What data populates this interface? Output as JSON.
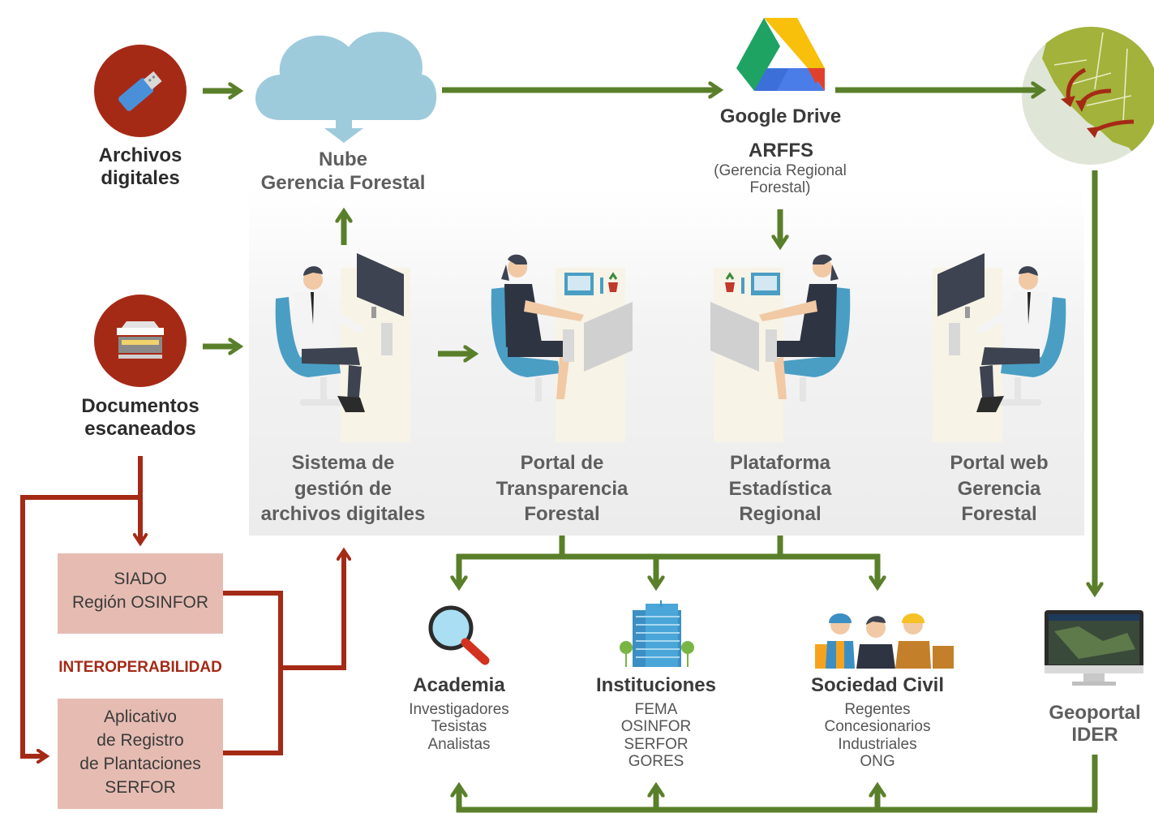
{
  "sources": {
    "archivos": {
      "line1": "Archivos",
      "line2": "digitales"
    },
    "documentos": {
      "line1": "Documentos",
      "line2": "escaneados"
    }
  },
  "nube": {
    "line1": "Nube",
    "line2": "Gerencia Forestal"
  },
  "drive": {
    "title": "Google Drive",
    "org": "ARFFS",
    "desc1": "(Gerencia Regional",
    "desc2": "Forestal)"
  },
  "systems": [
    {
      "l1": "Sistema de",
      "l2": "gestión de",
      "l3": "archivos digitales"
    },
    {
      "l1": "Portal de",
      "l2": "Transparencia",
      "l3": "Forestal"
    },
    {
      "l1": "Plataforma",
      "l2": "Estadística",
      "l3": "Regional"
    },
    {
      "l1": "Portal web",
      "l2": "Gerencia",
      "l3": "Forestal"
    }
  ],
  "siado": {
    "l1": "SIADO",
    "l2": "Región OSINFOR"
  },
  "interop": "INTEROPERABILIDAD",
  "aplicativo": {
    "l1": "Aplicativo",
    "l2": "de Registro",
    "l3": "de Plantaciones",
    "l4": "SERFOR"
  },
  "audiences": [
    {
      "title": "Academia",
      "items": [
        "Investigadores",
        "Tesistas",
        "Analistas"
      ]
    },
    {
      "title": "Instituciones",
      "items": [
        "FEMA",
        "OSINFOR",
        "SERFOR",
        "GORES"
      ]
    },
    {
      "title": "Sociedad Civil",
      "items": [
        "Regentes",
        "Concesionarios",
        "Industriales",
        "ONG"
      ]
    }
  ],
  "geoportal": {
    "l1": "Geoportal",
    "l2": "IDER"
  },
  "colors": {
    "green": "#5a7f2a",
    "red": "#a52a16",
    "pink": "#e6bcb2",
    "cloud": "#9ecbdc"
  }
}
